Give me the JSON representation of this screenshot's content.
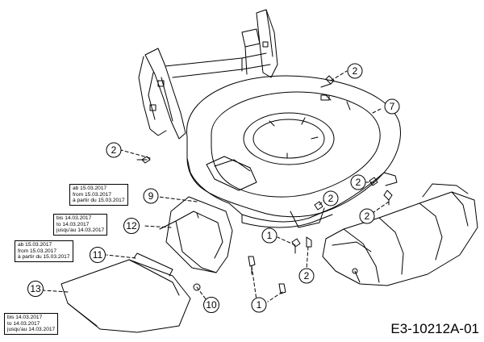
{
  "drawing_code": "E3-10212A-01",
  "callouts": [
    {
      "id": "c2a",
      "label": "2"
    },
    {
      "id": "c7",
      "label": "7"
    },
    {
      "id": "c2b",
      "label": "2"
    },
    {
      "id": "c2c",
      "label": "2"
    },
    {
      "id": "c2d",
      "label": "2"
    },
    {
      "id": "c2e",
      "label": "2"
    },
    {
      "id": "c9",
      "label": "9"
    },
    {
      "id": "c12",
      "label": "12"
    },
    {
      "id": "c1a",
      "label": "1"
    },
    {
      "id": "c2f",
      "label": "2"
    },
    {
      "id": "c11",
      "label": "11"
    },
    {
      "id": "c13",
      "label": "13"
    },
    {
      "id": "c10",
      "label": "10"
    },
    {
      "id": "c1b",
      "label": "1"
    }
  ],
  "notes": {
    "note9": [
      "ab 15.03.2017",
      "from 15.03.2017",
      "à partir du 15.03.2017"
    ],
    "note12": [
      "bis 14.03.2017",
      "to 14.03.2017",
      "jusqu'au 14.03.2017"
    ],
    "note11": [
      "ab 15.03.2017",
      "from 15.03.2017",
      "à partir du 15.03.2017"
    ],
    "note13": [
      "bis 14.03.2017",
      "to 14.03.2017",
      "jusqu'au 14.03.2017"
    ]
  }
}
